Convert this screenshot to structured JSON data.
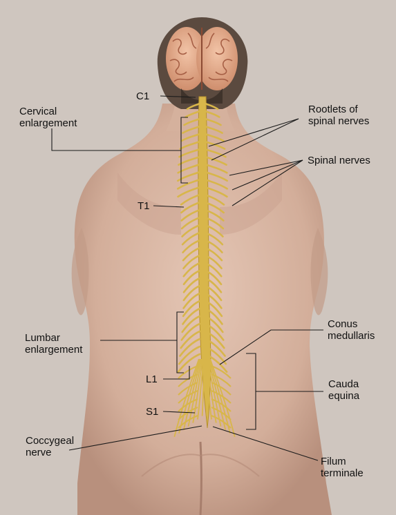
{
  "labels": {
    "c1": "C1",
    "t1": "T1",
    "l1": "L1",
    "s1": "S1",
    "cervical": "Cervical\nenlargement",
    "lumbar": "Lumbar\nenlargement",
    "coccygeal": "Coccygeal\nnerve",
    "rootlets": "Rootlets of\nspinal nerves",
    "spinal_nerves": "Spinal nerves",
    "conus": "Conus\nmedullaris",
    "cauda": "Cauda\nequina",
    "filum": "Filum\nterminale"
  },
  "colors": {
    "background": "#cfc6bf",
    "skin": "#d9b8a6",
    "skin_shadow": "#b98f7c",
    "brain": "#e7b092",
    "skull": "#5b4a3f",
    "nerve": "#d8b64a",
    "label_line": "#1a1a1a"
  }
}
